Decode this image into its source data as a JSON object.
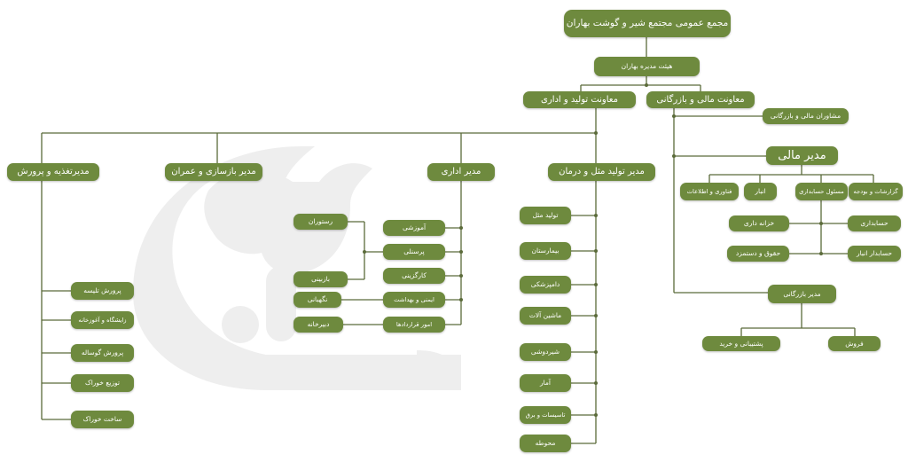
{
  "root": "مجمع عمومی مجتمع شیر و گوشت بهاران",
  "board": "هیئت مدیره بهاران",
  "deputies": {
    "production_admin": "معاونت تولید و اداری",
    "finance_commerce": "معاونت مالی و بازرگانی"
  },
  "finance_branch": {
    "advisors": "مشاوران مالی و بازرگانی",
    "cfo": "مدیر مالی",
    "cfo_units": [
      "گزارشات و بودجه",
      "مسئول حسابداری",
      "انبار",
      "فناوری و اطلاعات"
    ],
    "accounting": {
      "treasury": "خزانه داری",
      "accountant": "حسابداری",
      "payroll": "حقوق و دستمزد",
      "warehouse_accountant": "حسابدار انبار"
    },
    "commercial_manager": "مدیر بازرگانی",
    "commercial_units": {
      "sales": "فروش",
      "procurement": "پشتیبانی و خرید"
    }
  },
  "managers": {
    "nutrition": "مدیرتغذیه و پرورش",
    "construction": "مدیر بازسازی و عمران",
    "admin": "مدیر اداری",
    "production": "مدیر تولید مثل و درمان"
  },
  "nutrition_units": [
    "پرورش تلیسه",
    "زایشگاه و آغوزخانه",
    "پرورش گوساله",
    "توزیع خوراک",
    "ساخت خوراک"
  ],
  "construction_units": {
    "restaurant": "رستوران",
    "retail": "بازبینی",
    "guard": "نگهبانی",
    "secretariat": "دبیرخانه"
  },
  "admin_units": [
    "آموزشی",
    "پرسنلی",
    "کارگزینی",
    "ایمنی و بهداشت",
    "امور قراردادها"
  ],
  "production_units": [
    "تولید مثل",
    "بیمارستان",
    "دامپزشکی",
    "ماشین آلات",
    "شیردوشی",
    "آمار",
    "تاسیسات و برق",
    "محوطه"
  ]
}
